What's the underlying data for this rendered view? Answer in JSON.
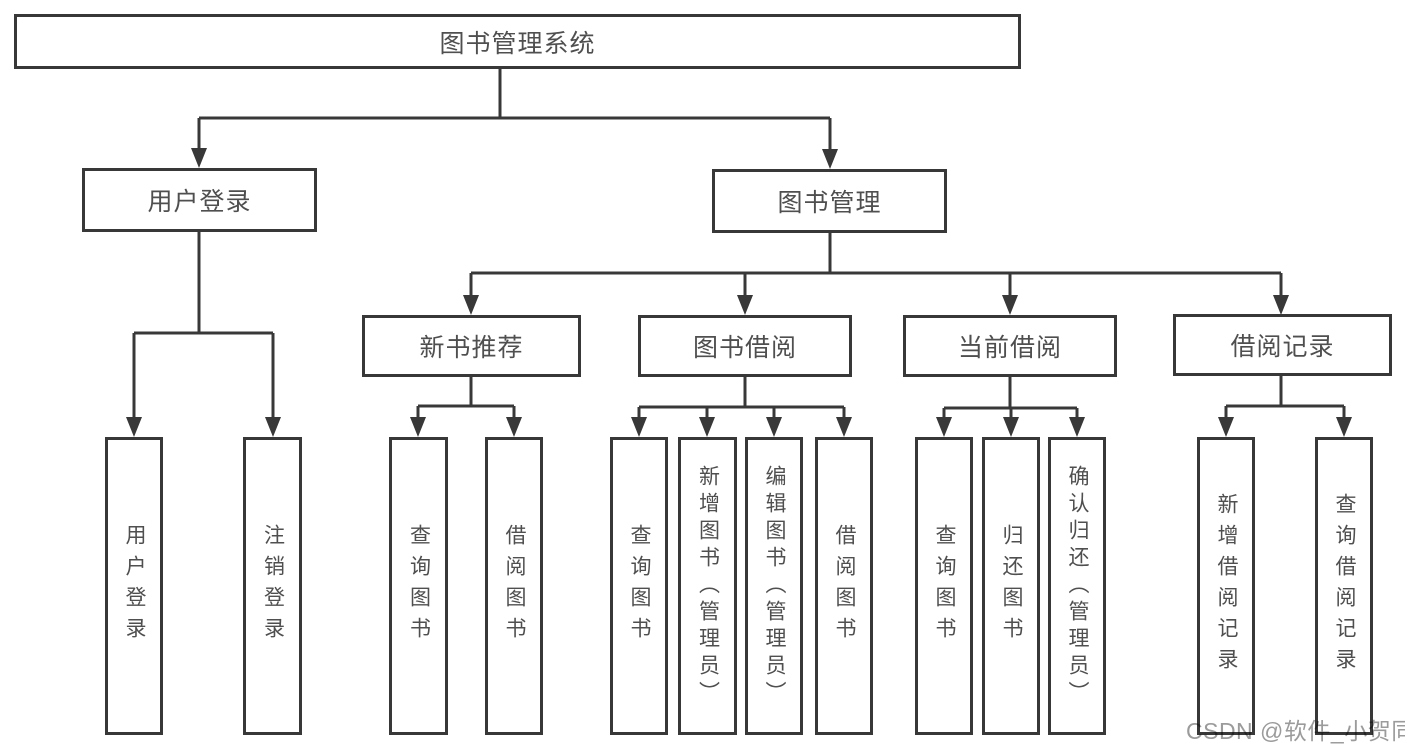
{
  "diagram": {
    "title_node": {
      "label": "图书管理系统"
    },
    "level2": [
      {
        "id": "user-login",
        "label": "用户登录"
      },
      {
        "id": "book-management",
        "label": "图书管理"
      }
    ],
    "level3": [
      {
        "id": "new-book-recommend",
        "label": "新书推荐"
      },
      {
        "id": "book-borrowing",
        "label": "图书借阅"
      },
      {
        "id": "current-borrowing",
        "label": "当前借阅"
      },
      {
        "id": "borrowing-records",
        "label": "借阅记录"
      }
    ],
    "leaves": {
      "user_login": [
        {
          "label": "用户登录"
        },
        {
          "label": "注销登录"
        }
      ],
      "new_book_recommend": [
        {
          "label": "查询图书"
        },
        {
          "label": "借阅图书"
        }
      ],
      "book_borrowing": [
        {
          "label": "查询图书"
        },
        {
          "label": "新增图书（管理员）"
        },
        {
          "label": "编辑图书（管理员）"
        },
        {
          "label": "借阅图书"
        }
      ],
      "current_borrowing": [
        {
          "label": "查询图书"
        },
        {
          "label": "归还图书"
        },
        {
          "label": "确认归还（管理员）"
        }
      ],
      "borrowing_records": [
        {
          "label": "新增借阅记录"
        },
        {
          "label": "查询借阅记录"
        }
      ]
    }
  },
  "watermark": {
    "text": "CSDN @软件_小贺同学"
  },
  "colors": {
    "line": "#383838",
    "text": "#4f4f4f",
    "background": "#ffffff",
    "watermark": "#9b9b9b"
  }
}
